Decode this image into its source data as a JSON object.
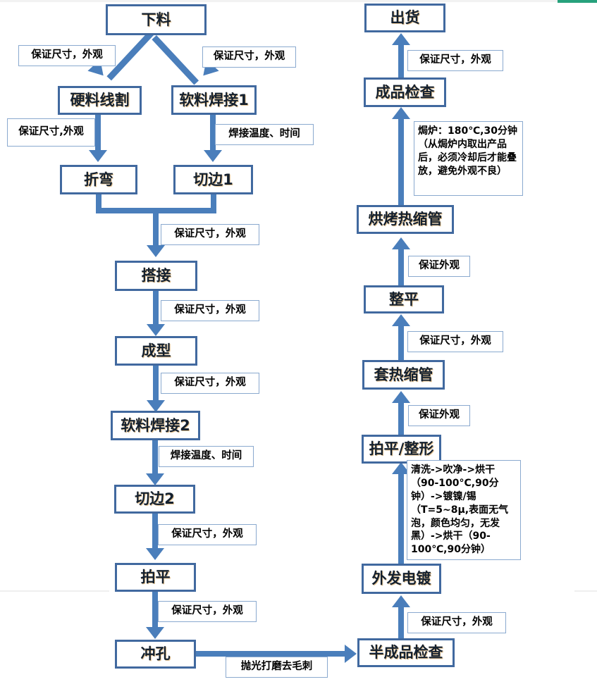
{
  "diagram": {
    "title": "Manufacturing process flowchart",
    "accent_color": "#4a7ebb",
    "node_border_color": "#41699f",
    "label_border_color": "#8aa9cf",
    "green_bar_color": "#27a17c"
  },
  "nodes": {
    "xialiao": "下料",
    "yingliao_xiange": "硬料线割",
    "ruanliao_hanjie1": "软料焊接1",
    "zhewan": "折弯",
    "qiebian1": "切边1",
    "dajie": "搭接",
    "chengxing": "成型",
    "ruanliao_hanjie2": "软料焊接2",
    "qiebian2": "切边2",
    "paiping": "拍平",
    "chongkong": "冲孔",
    "bancheng_jiancha": "半成品检查",
    "waifa_diandu": "外发电镀",
    "paiping_zhengxing": "拍平/整形",
    "tao_resuoguan": "套热缩管",
    "zhengping": "整平",
    "hongkao_resuoguan": "烘烤热缩管",
    "chengpin_jiancha": "成品检查",
    "chuhuo": "出货"
  },
  "labels": {
    "l_top_left": "保证尺寸，外观",
    "l_top_right": "保证尺寸，外观",
    "l_xiange_zhewan": "保证尺寸,外观",
    "l_hanjie1_qiebian1": "焊接温度、时间",
    "l_merge_dajie": "保证尺寸，外观",
    "l_dajie_chengxing": "保证尺寸，外观",
    "l_chengxing_hanjie2": "保证尺寸，外观",
    "l_hanjie2_qiebian2": "焊接温度、时间",
    "l_qiebian2_paiping": "保证尺寸，外观",
    "l_paiping_chongkong": "保证尺寸，外观",
    "l_chongkong_bancheng": "抛光打磨去毛刺",
    "l_bancheng_waifa": "保证尺寸，外观",
    "l_waifa_paiping": "清洗->吹净->烘干（90-100°C,90分钟）->镀镍/锡（T=5~8μ,表面无气泡，颜色均匀，无发黑）->烘干（90-100℃,90分钟）",
    "l_paiping_tao": "保证外观",
    "l_tao_zhengping": "保证尺寸，外观",
    "l_zhengping_hongkao": "保证外观",
    "l_hongkao_chengpin": "焗炉：180℃,30分钟（从焗炉内取出产品后，必须冷却后才能叠放，避免外观不良）",
    "l_chengpin_chuhuo": "保证尺寸，外观"
  }
}
